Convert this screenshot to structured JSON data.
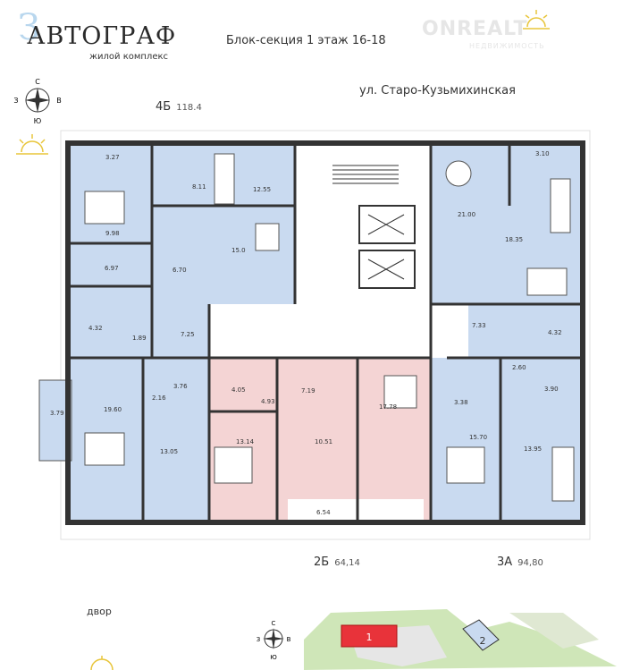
{
  "header": {
    "logo_mark": "З",
    "complex_name": "АВТОГРАФ",
    "complex_subtitle": "жилой комплекс",
    "section_info": "Блок-секция 1 этаж 16-18",
    "street": "ул. Старо-Кузьмихинская",
    "watermark": "ONREALT",
    "watermark_sub": "НЕДВИЖИМОСТЬ"
  },
  "compass": {
    "n": "С",
    "s": "Ю",
    "w": "З",
    "e": "В"
  },
  "apartments": [
    {
      "code": "4Б",
      "area": "118.4"
    },
    {
      "code": "2Б",
      "area": "64,14"
    },
    {
      "code": "3А",
      "area": "94,80"
    }
  ],
  "rooms": {
    "r1": "3.27",
    "r2": "8.11",
    "r3": "12.55",
    "r4": "9.98",
    "r5": "15.0",
    "r6": "6.97",
    "r7": "6.70",
    "r8": "4.32",
    "r9": "1.89",
    "r10": "7.25",
    "r11": "19.60",
    "r12": "3.79",
    "r13": "2.16",
    "r14": "3.76",
    "r15": "13.05",
    "r16": "4.05",
    "r17": "4.93",
    "r18": "7.19",
    "r19": "17.78",
    "r20": "13.14",
    "r21": "10.51",
    "r22": "6.54",
    "r23": "21.00",
    "r24": "3.10",
    "r25": "18.35",
    "r26": "7.33",
    "r27": "4.32",
    "r28": "2.60",
    "r29": "3.90",
    "r30": "3.38",
    "r31": "15.70",
    "r32": "13.95"
  },
  "site_plan": {
    "label": "двор",
    "block1": "1",
    "block2": "2"
  },
  "colors": {
    "blue": "#c9daf0",
    "pink": "#f4d4d4",
    "wall": "#333333",
    "accent": "#e8333a",
    "sun": "#e8c53a"
  }
}
